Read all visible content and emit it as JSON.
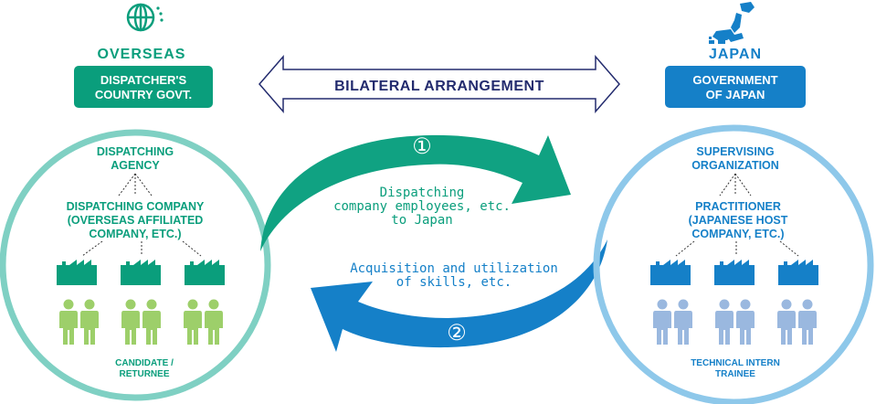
{
  "colors": {
    "green": "#0a9e7c",
    "green_circle": "#7fd0c3",
    "green_arrow": "#10a282",
    "light_green": "#9dcf6a",
    "blue": "#1580c8",
    "blue_circle": "#8ec8ea",
    "light_blue": "#9ab8df",
    "navy": "#232b6e"
  },
  "left": {
    "icon": "globe-icon",
    "region": "OVERSEAS",
    "govt_badge": [
      "DISPATCHER'S",
      "COUNTRY GOVT."
    ],
    "agency": [
      "DISPATCHING",
      "AGENCY"
    ],
    "company": [
      "DISPATCHING COMPANY",
      "(OVERSEAS AFFILIATED",
      "COMPANY, ETC.)"
    ],
    "people_label": [
      "CANDIDATE /",
      "RETURNEE"
    ]
  },
  "right": {
    "icon": "japan-map-icon",
    "region": "JAPAN",
    "govt_badge": [
      "GOVERNMENT",
      "OF JAPAN"
    ],
    "org": [
      "SUPERVISING",
      "ORGANIZATION"
    ],
    "company": [
      "PRACTITIONER",
      "(JAPANESE HOST",
      "COMPANY, ETC.)"
    ],
    "people_label": [
      "TECHNICAL INTERN",
      "TRAINEE"
    ]
  },
  "center": {
    "bilateral": "BILATERAL ARRANGEMENT",
    "step1_num": "①",
    "step1": [
      "Dispatching",
      "company employees, etc.",
      "to Japan"
    ],
    "step2": [
      "Acquisition and utilization",
      "of skills, etc."
    ],
    "step2_num": "②"
  }
}
